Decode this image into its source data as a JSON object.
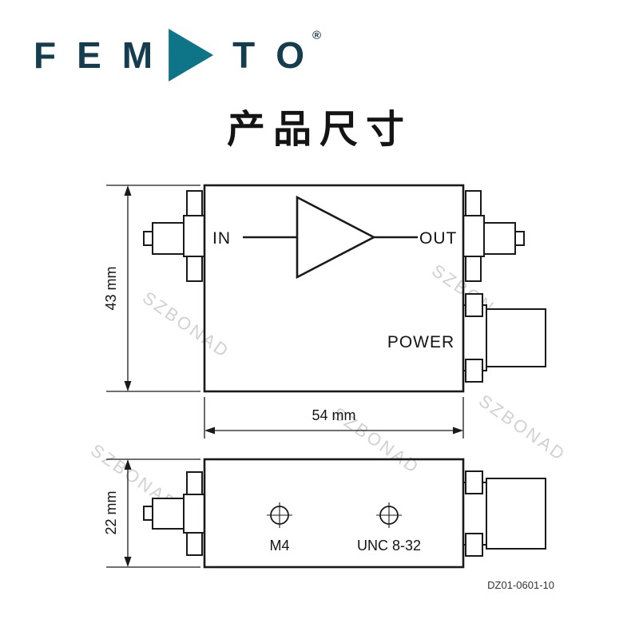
{
  "logo": {
    "f": "F",
    "e": "E",
    "m": "M",
    "t": "T",
    "o": "O",
    "registered": "®"
  },
  "title": "产品尺寸",
  "diagram": {
    "labels": {
      "input": "IN",
      "output": "OUT",
      "power": "POWER"
    },
    "dimensions": {
      "top_height": "43 mm",
      "width": "54 mm",
      "bottom_height": "22 mm"
    },
    "holes": {
      "metric": "M4",
      "imperial": "UNC 8-32"
    },
    "doc_number": "DZ01-0601-10"
  },
  "watermark": {
    "text": "SZBONAD"
  }
}
